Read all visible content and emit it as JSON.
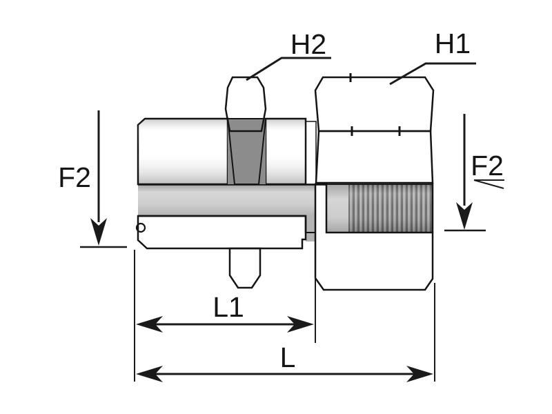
{
  "labels": {
    "hex_small": "H2",
    "hex_large": "H1",
    "thread_left": "F2",
    "thread_right": "F2",
    "length_partial": "L1",
    "length_overall": "L"
  },
  "colors": {
    "background": "#ffffff",
    "outline": "#141414",
    "dim_line": "#1a1a1a",
    "text": "#151515",
    "metal_light": "#d6d6d6",
    "metal_mid": "#b1b1b1",
    "metal_dark": "#6f6f6f",
    "hatch_line": "#161616"
  }
}
